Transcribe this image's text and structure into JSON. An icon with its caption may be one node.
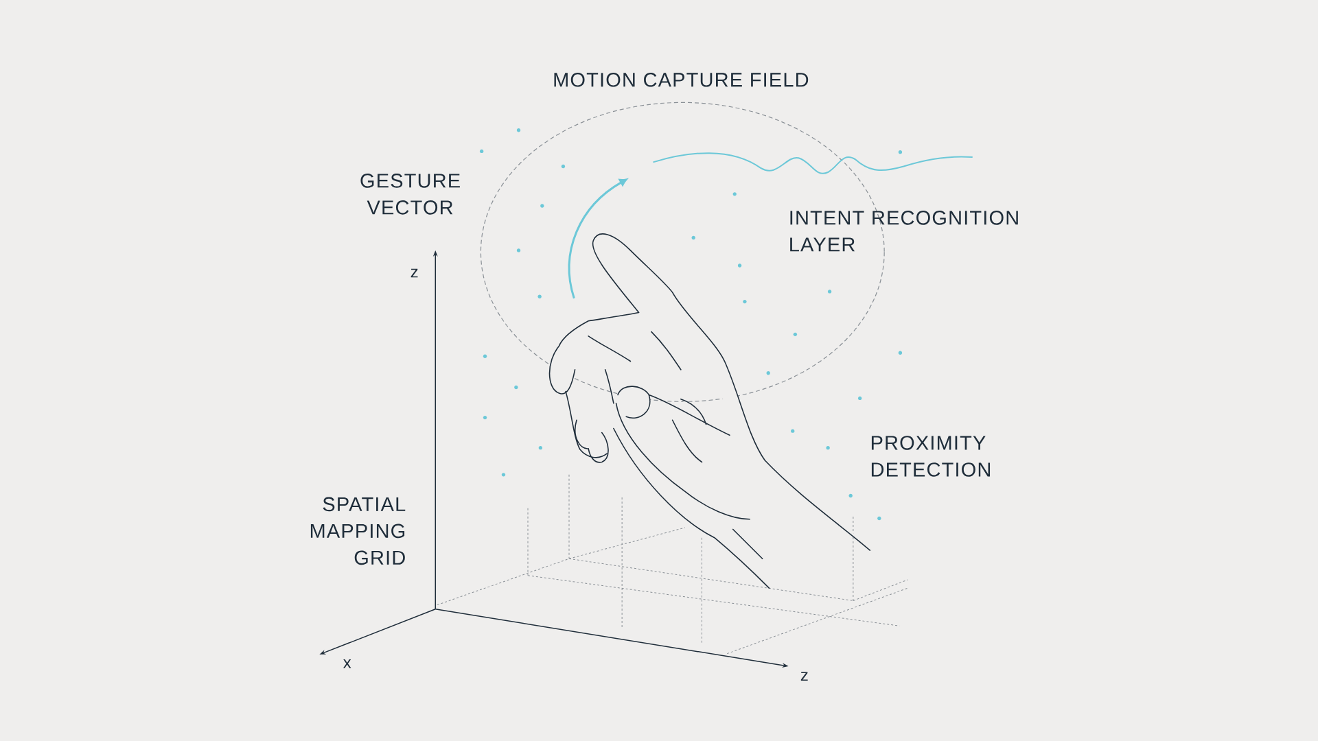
{
  "diagram": {
    "labels": [
      "MOTION CAPTURE FIELD",
      "GESTURE VECTOR",
      "INTENT RECOGNITION LAYER",
      "z",
      "PROXIMITY DETECTION",
      "SPATIAL MAPPING GRID",
      "x",
      "z"
    ]
  }
}
